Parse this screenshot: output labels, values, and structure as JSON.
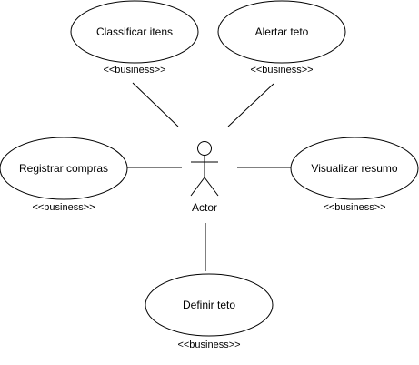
{
  "actor": {
    "name": "Actor"
  },
  "use_cases": [
    {
      "id": "classificar",
      "label": "Classificar itens",
      "stereotype": "<<business>>"
    },
    {
      "id": "alertar",
      "label": "Alertar teto",
      "stereotype": "<<business>>"
    },
    {
      "id": "registrar",
      "label": "Registrar compras",
      "stereotype": "<<business>>"
    },
    {
      "id": "visualizar",
      "label": "Visualizar resumo",
      "stereotype": "<<business>>"
    },
    {
      "id": "definir",
      "label": "Definir teto",
      "stereotype": "<<business>>"
    }
  ]
}
